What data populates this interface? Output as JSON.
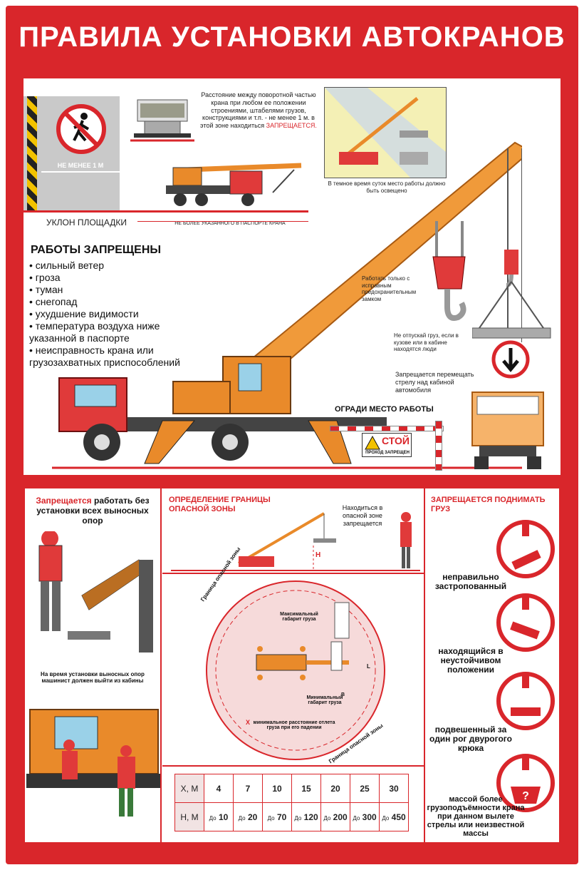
{
  "title": "ПРАВИЛА УСТАНОВКИ АВТОКРАНОВ",
  "top": {
    "distance_rule": "Расстояние между поворотной частью крана при любом ее положении строениями, штабелями грузов, конструкциями и т.п. - не менее 1 м. в этой зоне находиться",
    "distance_rule_forbidden": "ЗАПРЕЩАЕТСЯ.",
    "min_distance_label": "НЕ МЕНЕЕ 1 М",
    "slope_label": "УКЛОН ПЛОЩАДКИ",
    "slope_note": "НЕ БОЛЕЕ УКАЗАННОГО В ПАСПОРТЕ КРАНА",
    "night_note": "В темное время суток место работы должно быть освещено",
    "works_forbidden_title": "РАБОТЫ ЗАПРЕЩЕНЫ",
    "works_forbidden": [
      "сильный ветер",
      "гроза",
      "туман",
      "снегопад",
      "ухудшение видимости",
      "температура воздуха ниже указанной в паспорте",
      "неисправность крана или грузозахватных приспособлений"
    ],
    "hook_note": "Работать только с исправным предохранительным замком",
    "people_note": "Не отпускай груз, если в кузове или в кабине находятся люди",
    "boom_note": "Запрещается перемещать стрелу над кабиной автомобиля",
    "fence_label": "ОГРАДИ МЕСТО РАБОТЫ",
    "stop_sign": "СТОЙ",
    "stop_sign_sub": "ПРОХОД ЗАПРЕЩЕН"
  },
  "left": {
    "heading_red": "Запрещается",
    "heading_rest": "работать без установки всех выносных опор",
    "note": "На время установки выносных опор машинист должен выйти из кабины"
  },
  "middle": {
    "heading": "ОПРЕДЕЛЕНИЕ ГРАНИЦЫ ОПАСНОЙ ЗОНЫ",
    "bubble": "Находиться в опасной зоне запрещается",
    "h_label": "Н",
    "zone_label_1": "Граница опасной зоны",
    "zone_label_2": "Граница опасной зоны",
    "max_size": "Максимальный габарит груза",
    "min_size": "Минимальный габарит груза",
    "x_label": "Х",
    "min_distance": "минимальное расстояние отлета груза при его падении",
    "l_label": "L",
    "b_label": "В",
    "table": {
      "row1_label": "Х, М",
      "row2_label": "Н, М",
      "x_values": [
        "4",
        "7",
        "10",
        "15",
        "20",
        "25",
        "30"
      ],
      "prefix": "До",
      "h_values": [
        "10",
        "20",
        "70",
        "120",
        "200",
        "300",
        "450"
      ]
    }
  },
  "right": {
    "heading": "ЗАПРЕЩАЕТСЯ ПОДНИМАТЬ ГРУЗ",
    "items": [
      "неправильно застропованный",
      "находящийся в неустойчивом положении",
      "подвешенный за один рог двурогого крюка",
      "массой более грузоподъёмности крана при данном вылете стрелы или неизвестной массы"
    ]
  },
  "colors": {
    "brand_red": "#d9262b",
    "crane_orange": "#e98a2a",
    "cab_red": "#e03a3a"
  }
}
